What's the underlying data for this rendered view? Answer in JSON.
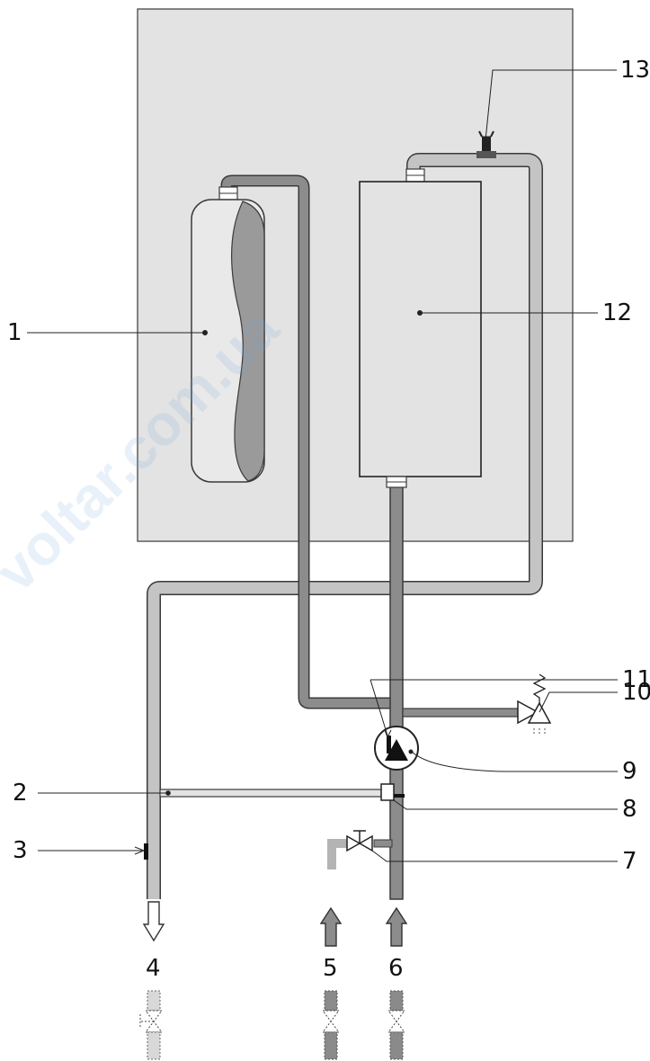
{
  "colors": {
    "panel": "#e3e3e3",
    "pipe_dark": "#8c8c8c",
    "pipe_light": "#c4c4c4",
    "outline": "#3a3a3a",
    "watermark": "#a9c9e6"
  },
  "labels": {
    "n1": "1",
    "n2": "2",
    "n3": "3",
    "n4": "4",
    "n5": "5",
    "n6": "6",
    "n7": "7",
    "n8": "8",
    "n9": "9",
    "n10": "10",
    "n11": "11",
    "n12": "12",
    "n13": "13"
  },
  "watermark_text": "voltar.com.ua",
  "icons": [
    "expansion-tank",
    "heat-exchanger",
    "pump-icon",
    "safety-valve-icon",
    "air-vent-icon",
    "shutoff-valve-icon",
    "flow-arrow-icon"
  ]
}
